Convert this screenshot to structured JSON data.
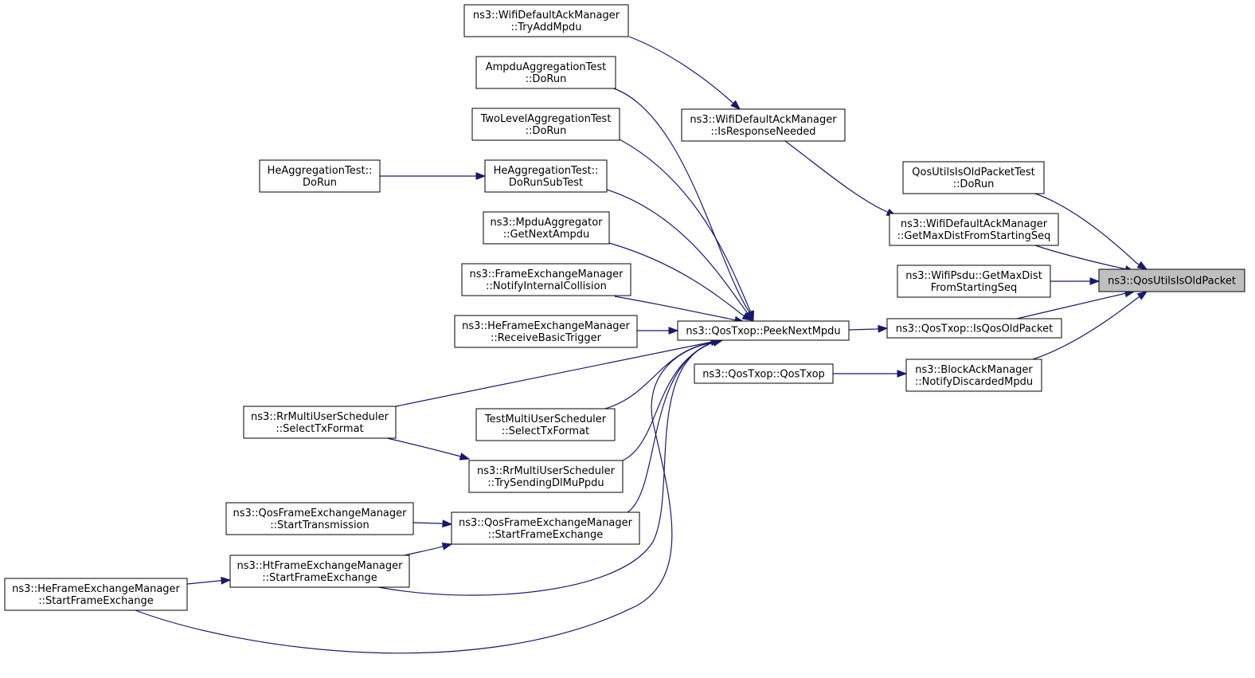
{
  "diagram": {
    "type": "call-graph",
    "edge_color": "#191970",
    "highlight_color": "#bfbfbf",
    "nodes": [
      {
        "id": "target",
        "lines": [
          "ns3::QosUtilsIsOldPacket"
        ],
        "highlight": true
      },
      {
        "id": "qosUtilsTest",
        "lines": [
          "QosUtilsIsOldPacketTest",
          "::DoRun"
        ]
      },
      {
        "id": "getMaxDistAck",
        "lines": [
          "ns3::WifiDefaultAckManager",
          "::GetMaxDistFromStartingSeq"
        ]
      },
      {
        "id": "getMaxDistPsdu",
        "lines": [
          "ns3::WifiPsdu::GetMaxDist",
          "FromStartingSeq"
        ]
      },
      {
        "id": "isQosOld",
        "lines": [
          "ns3::QosTxop::IsQosOldPacket"
        ]
      },
      {
        "id": "notifyDiscarded",
        "lines": [
          "ns3::BlockAckManager",
          "::NotifyDiscardedMpdu"
        ]
      },
      {
        "id": "isResponseNeeded",
        "lines": [
          "ns3::WifiDefaultAckManager",
          "::IsResponseNeeded"
        ]
      },
      {
        "id": "peekNext",
        "lines": [
          "ns3::QosTxop::PeekNextMpdu"
        ]
      },
      {
        "id": "qosTxop",
        "lines": [
          "ns3::QosTxop::QosTxop"
        ]
      },
      {
        "id": "tryAddMpdu",
        "lines": [
          "ns3::WifiDefaultAckManager",
          "::TryAddMpdu"
        ]
      },
      {
        "id": "ampduTest",
        "lines": [
          "AmpduAggregationTest",
          "::DoRun"
        ]
      },
      {
        "id": "twoLevelTest",
        "lines": [
          "TwoLevelAggregationTest",
          "::DoRun"
        ]
      },
      {
        "id": "heAggSub",
        "lines": [
          "HeAggregationTest::",
          "DoRunSubTest"
        ]
      },
      {
        "id": "heAggRun",
        "lines": [
          "HeAggregationTest::",
          "DoRun"
        ]
      },
      {
        "id": "getNextAmpdu",
        "lines": [
          "ns3::MpduAggregator",
          "::GetNextAmpdu"
        ]
      },
      {
        "id": "notifyInternal",
        "lines": [
          "ns3::FrameExchangeManager",
          "::NotifyInternalCollision"
        ]
      },
      {
        "id": "receiveBasic",
        "lines": [
          "ns3::HeFrameExchangeManager",
          "::ReceiveBasicTrigger"
        ]
      },
      {
        "id": "rrSelect",
        "lines": [
          "ns3::RrMultiUserScheduler",
          "::SelectTxFormat"
        ]
      },
      {
        "id": "testSelect",
        "lines": [
          "TestMultiUserScheduler",
          "::SelectTxFormat"
        ]
      },
      {
        "id": "rrTrySending",
        "lines": [
          "ns3::RrMultiUserScheduler",
          "::TrySendingDlMuPpdu"
        ]
      },
      {
        "id": "qosStartTx",
        "lines": [
          "ns3::QosFrameExchangeManager",
          "::StartTransmission"
        ]
      },
      {
        "id": "qosStartFe",
        "lines": [
          "ns3::QosFrameExchangeManager",
          "::StartFrameExchange"
        ]
      },
      {
        "id": "htStartFe",
        "lines": [
          "ns3::HtFrameExchangeManager",
          "::StartFrameExchange"
        ]
      },
      {
        "id": "heStartFe",
        "lines": [
          "ns3::HeFrameExchangeManager",
          "::StartFrameExchange"
        ]
      }
    ]
  }
}
